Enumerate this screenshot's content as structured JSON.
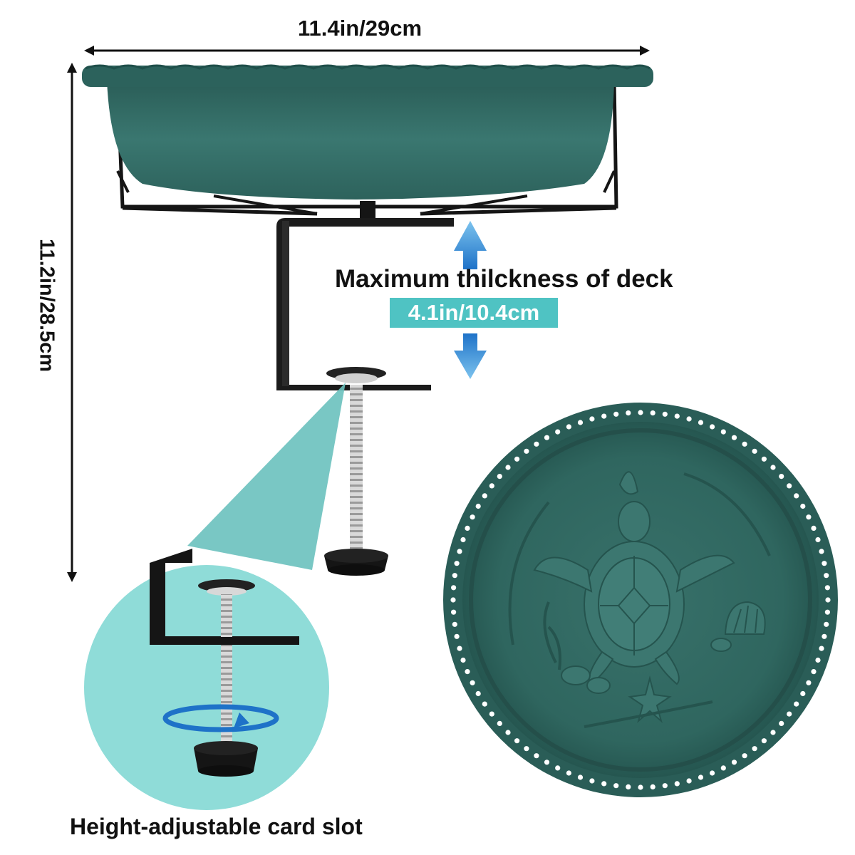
{
  "dimensions": {
    "width": "11.4in/29cm",
    "height": "11.2in/28.5cm"
  },
  "deck": {
    "title": "Maximum thilckness of deck",
    "value": "4.1in/10.4cm"
  },
  "caption": "Height-adjustable card slot",
  "icons": [
    "double-arrow-icon",
    "rotate-arrow-icon",
    "sea-turtle-icon",
    "seashell-icon",
    "starfish-icon",
    "seaweed-icon"
  ],
  "colors": {
    "bowl": "#2f655f",
    "bowl_light": "#3f7a73",
    "bracket": "#151515",
    "accent_teal": "#4fc3c3",
    "zoom_circle": "#8fdcd8",
    "arrow_blue": "#1e72c8"
  }
}
